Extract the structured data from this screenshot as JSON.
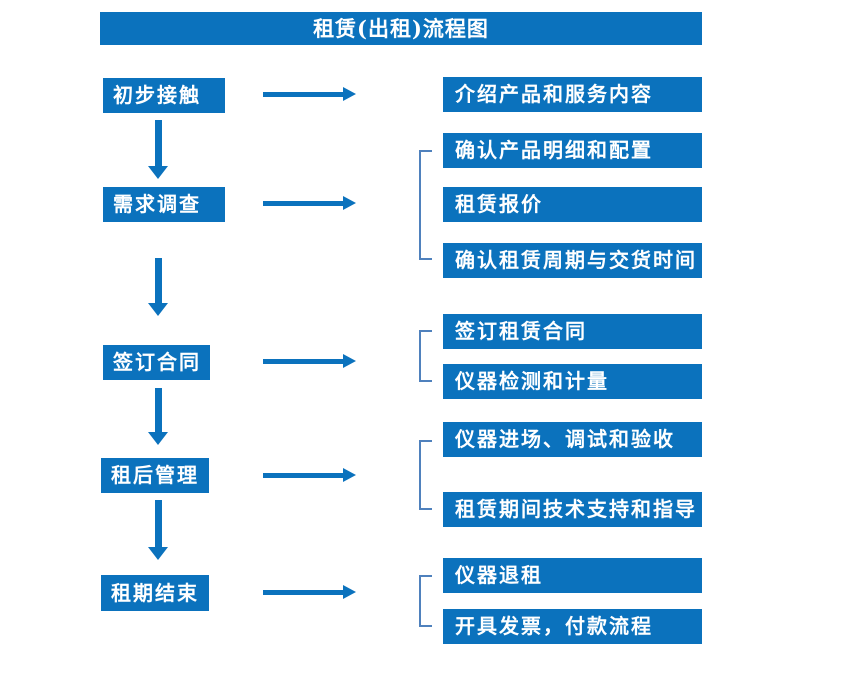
{
  "title": "租赁(出租)流程图",
  "colors": {
    "primary_blue": "#0b72bd",
    "bracket_blue": "#4f81bd",
    "text_white": "#ffffff",
    "background": "#ffffff"
  },
  "steps": [
    {
      "label": "初步接触",
      "details": [
        "介绍产品和服务内容"
      ]
    },
    {
      "label": "需求调查",
      "details": [
        "确认产品明细和配置",
        "租赁报价",
        "确认租赁周期与交货时间"
      ]
    },
    {
      "label": "签订合同",
      "details": [
        "签订租赁合同",
        "仪器检测和计量"
      ]
    },
    {
      "label": "租后管理",
      "details": [
        "仪器进场、调试和验收",
        "租赁期间技术支持和指导"
      ]
    },
    {
      "label": "租期结束",
      "details": [
        "仪器退租",
        "开具发票，付款流程"
      ]
    }
  ]
}
